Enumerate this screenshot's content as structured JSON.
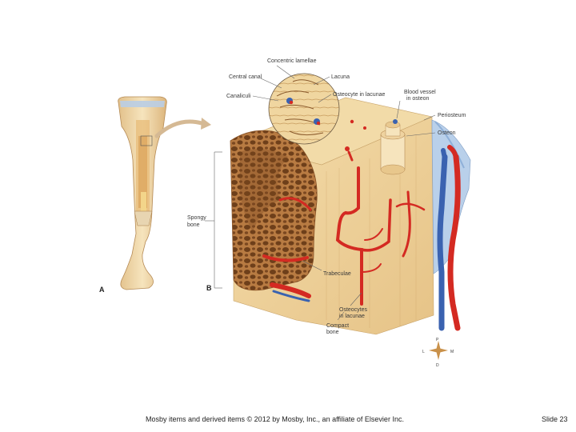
{
  "labels": {
    "concentric_lamellae": "Concentric lamellae",
    "central_canal": "Central canal",
    "lacuna": "Lacuna",
    "canaliculi": "Canaliculi",
    "osteocyte_in_lacunae": "Osteocyte in lacunae",
    "blood_vessel_line1": "Blood vessel",
    "blood_vessel_line2": "in osteon",
    "periosteum": "Periosteum",
    "osteon": "Osteon",
    "spongy_bone_line1": "Spongy",
    "spongy_bone_line2": "bone",
    "trabeculae": "Trabeculae",
    "osteocytes_line1": "Osteocytes",
    "osteocytes_line2": "in lacunae",
    "compact_bone_line1": "Compact",
    "compact_bone_line2": "bone",
    "panel_a": "A",
    "panel_b": "B"
  },
  "compass": {
    "top": "P",
    "bottom": "D",
    "left": "L",
    "right": "M"
  },
  "footer": {
    "copyright": "Mosby items and derived items © 2012 by Mosby, Inc., an affiliate of Elsevier Inc.",
    "slide": "Slide 23"
  },
  "colors": {
    "bone": "#efd7a6",
    "spongy": "#c98d50",
    "artery": "#d42a22",
    "vein": "#3a62b0",
    "periosteum": "#b9d0ea"
  }
}
